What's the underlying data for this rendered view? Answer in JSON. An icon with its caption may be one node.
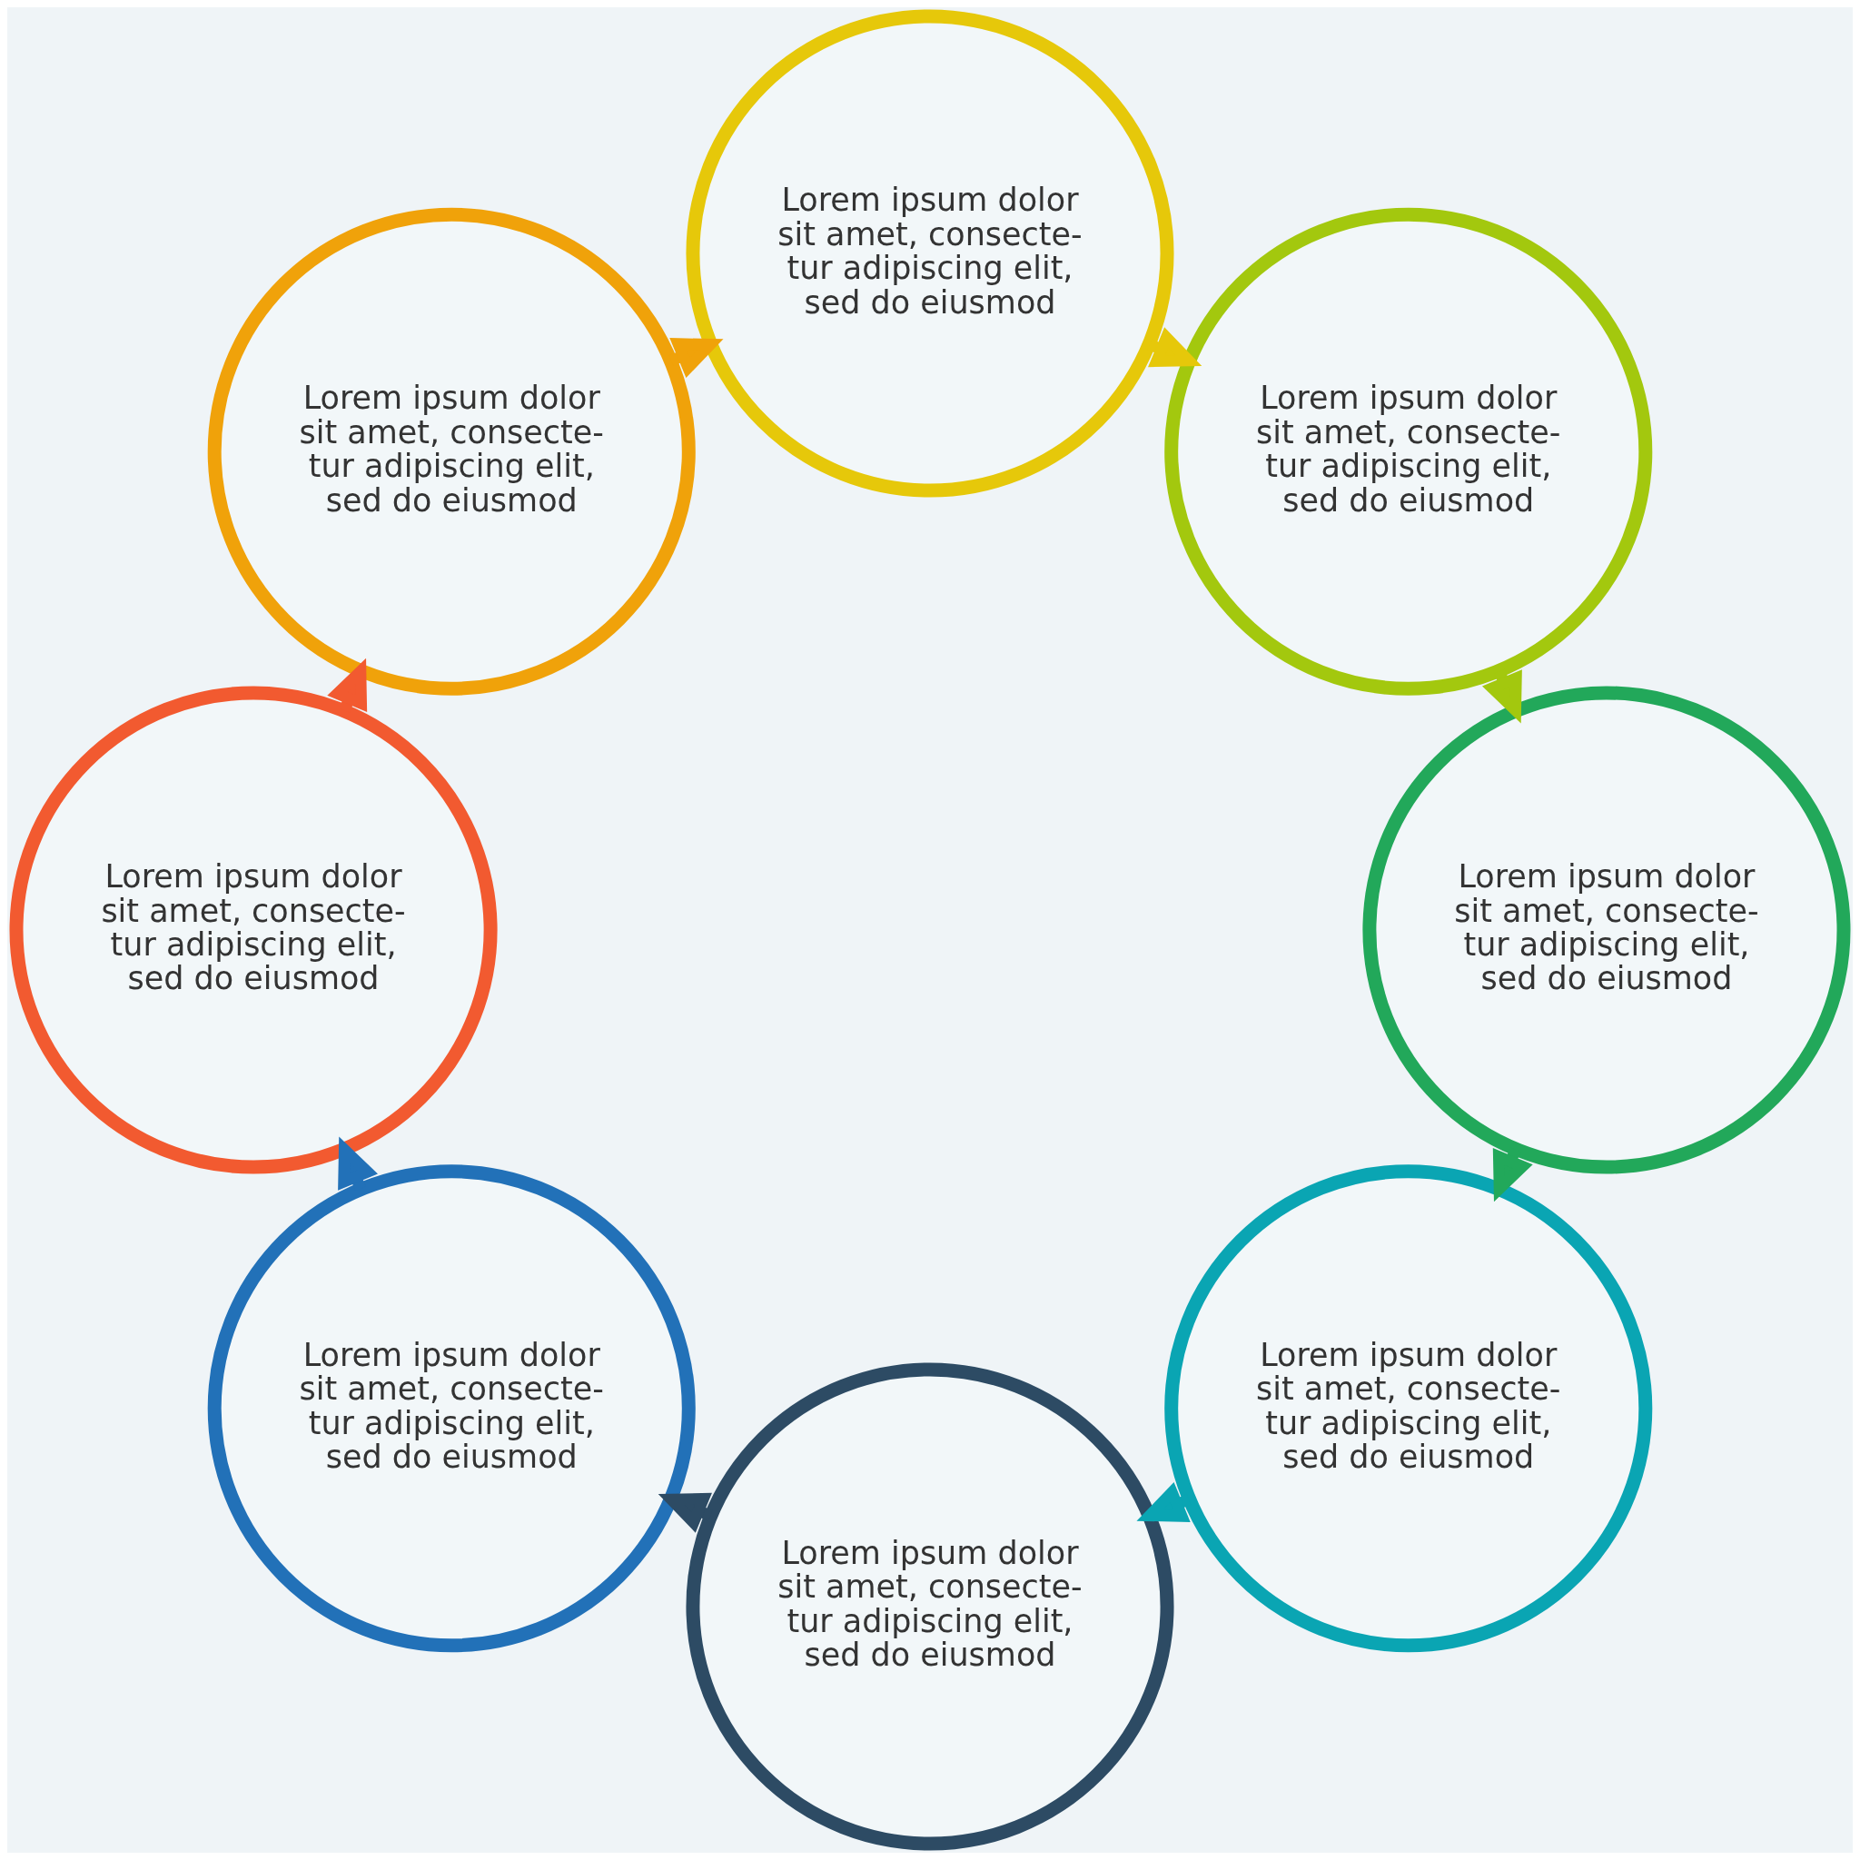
{
  "diagram": {
    "nodes": [
      {
        "text": [
          "Lorem ipsum dolor sit amet, consecte- tur adipiscing elit, sed do eiusmod"
        ]
      },
      {
        "text": [
          "Lorem ipsum dolor sit amet, consecte- tur adipiscing elit, sed do eiusmod"
        ]
      },
      {
        "text": [
          "Lorem ipsum dolor sit amet, consecte- tur adipiscing elit, sed do eiusmod"
        ]
      },
      {
        "text": [
          "Lorem ipsum dolor sit amet, consecte- tur adipiscing elit, sed do eiusmod"
        ]
      },
      {
        "text": [
          "Lorem ipsum dolor sit amet, consecte- tur adipiscing elit, sed do eiusmod"
        ]
      },
      {
        "text": [
          "Lorem ipsum dolor sit amet, consecte- tur adipiscing elit, sed do eiusmod"
        ]
      },
      {
        "text": [
          "Lorem ipsum dolor sit amet, consecte- tur adipiscing elit, sed do eiusmod"
        ]
      },
      {
        "text": [
          "Lorem ipsum dolor sit amet, consecte- tur adipiscing elit, sed do eiusmod"
        ]
      }
    ],
    "edges": [
      {
        "from": 1,
        "to": 0,
        "arrow": "to",
        "color": "#f0a20a"
      },
      {
        "from": 0,
        "to": 2,
        "arrow": "to",
        "color": "#e6c80a"
      },
      {
        "from": 2,
        "to": 4,
        "arrow": "to",
        "color": "#a3c80e"
      },
      {
        "from": 4,
        "to": 6,
        "arrow": "to",
        "color": "#22a85a"
      },
      {
        "from": 6,
        "to": 7,
        "arrow": "to",
        "color": "#0aa5b3"
      },
      {
        "from": 7,
        "to": 5,
        "arrow": "to",
        "color": "#2d4b64"
      },
      {
        "from": 5,
        "to": 3,
        "arrow": "to",
        "color": "#2271b8"
      },
      {
        "from": 3,
        "to": 1,
        "arrow": "to",
        "color": "#f25a30"
      }
    ]
  }
}
